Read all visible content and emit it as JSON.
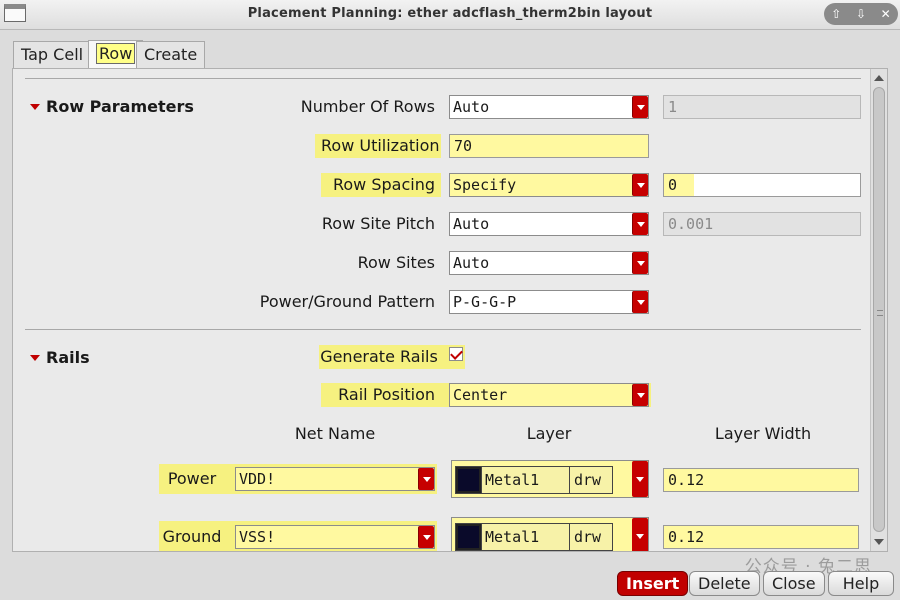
{
  "window": {
    "title": "Placement Planning: ether adcflash_therm2bin layout",
    "controls": [
      "⇧",
      "⇩",
      "✕"
    ]
  },
  "tabs": [
    {
      "label": "Tap Cell"
    },
    {
      "label": "Row"
    },
    {
      "label": "Create"
    }
  ],
  "row_params": {
    "heading": "Row Parameters",
    "number_of_rows": {
      "label": "Number Of Rows",
      "value": "Auto",
      "side_value": "1"
    },
    "row_utilization": {
      "label": "Row Utilization",
      "value": "70"
    },
    "row_spacing": {
      "label": "Row Spacing",
      "value": "Specify",
      "side_value": "0"
    },
    "row_site_pitch": {
      "label": "Row Site Pitch",
      "value": "Auto",
      "side_value": "0.001"
    },
    "row_sites": {
      "label": "Row Sites",
      "value": "Auto"
    },
    "pg_pattern": {
      "label": "Power/Ground Pattern",
      "value": "P-G-G-P"
    }
  },
  "rails": {
    "heading": "Rails",
    "generate_rails": {
      "label": "Generate Rails",
      "checked": true
    },
    "rail_position": {
      "label": "Rail Position",
      "value": "Center"
    },
    "columns": {
      "net_name": "Net Name",
      "layer": "Layer",
      "layer_width": "Layer Width"
    },
    "power": {
      "label": "Power",
      "net": "VDD!",
      "layer": "Metal1",
      "purpose": "drw",
      "width": "0.12"
    },
    "ground": {
      "label": "Ground",
      "net": "VSS!",
      "layer": "Metal1",
      "purpose": "drw",
      "width": "0.12"
    }
  },
  "buttons": {
    "insert": "Insert",
    "delete": "Delete",
    "close": "Close",
    "help": "Help"
  },
  "watermark": "公众号 · 兔二思",
  "colors": {
    "accent_red": "#c10000",
    "highlight_yellow": "#f6f180"
  }
}
